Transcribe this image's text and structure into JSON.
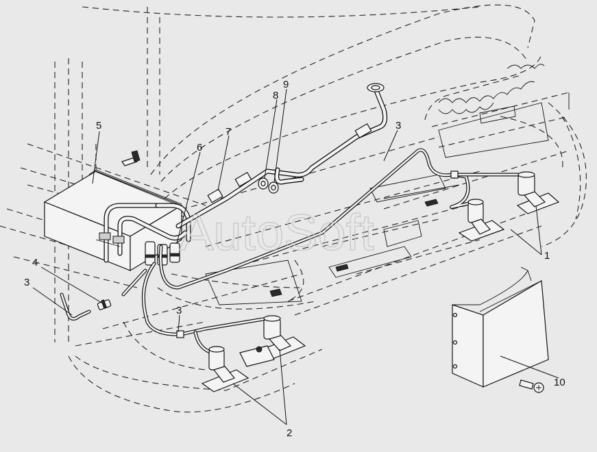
{
  "watermark": "AutoSoft",
  "callouts": [
    {
      "id": "callout-1",
      "text": "1"
    },
    {
      "id": "callout-2",
      "text": "2"
    },
    {
      "id": "callout-3a",
      "text": "3"
    },
    {
      "id": "callout-3b",
      "text": "3"
    },
    {
      "id": "callout-3c",
      "text": "3"
    },
    {
      "id": "callout-4",
      "text": "4"
    },
    {
      "id": "callout-5",
      "text": "5"
    },
    {
      "id": "callout-6",
      "text": "6"
    },
    {
      "id": "callout-7",
      "text": "7"
    },
    {
      "id": "callout-8",
      "text": "8"
    },
    {
      "id": "callout-9",
      "text": "9"
    },
    {
      "id": "callout-10",
      "text": "10"
    }
  ]
}
